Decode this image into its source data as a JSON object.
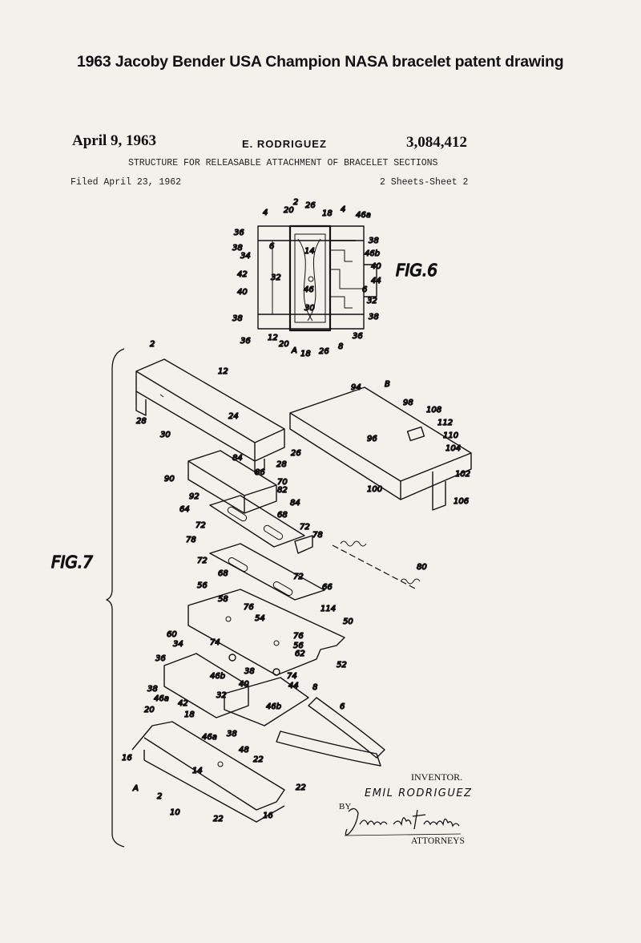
{
  "caption": "1963 Jacoby Bender USA  Champion NASA bracelet patent drawing",
  "patent": {
    "date": "April 9, 1963",
    "inventor_header": "E. RODRIGUEZ",
    "number": "3,084,412",
    "title": "STRUCTURE FOR RELEASABLE ATTACHMENT OF BRACELET SECTIONS",
    "filed": "Filed April 23, 1962",
    "sheets": "2 Sheets-Sheet 2"
  },
  "figures": {
    "fig6_label": "FIG.6",
    "fig7_label": "FIG.7",
    "fig6_refs": [
      "2",
      "20",
      "26",
      "18",
      "4",
      "46a",
      "36",
      "38",
      "34",
      "6",
      "14",
      "46b",
      "40",
      "42",
      "32",
      "44",
      "38",
      "30",
      "12",
      "36",
      "20",
      "A",
      "18",
      "26",
      "8",
      "36",
      "38"
    ],
    "fig7_refs": [
      "2",
      "12",
      "24",
      "28",
      "30",
      "26",
      "28",
      "94",
      "B",
      "98",
      "108",
      "112",
      "110",
      "96",
      "104",
      "102",
      "100",
      "106",
      "90",
      "84",
      "86",
      "70",
      "82",
      "92",
      "64",
      "84",
      "68",
      "72",
      "78",
      "72",
      "78",
      "80",
      "72",
      "68",
      "66",
      "72",
      "114",
      "56",
      "58",
      "76",
      "54",
      "50",
      "60",
      "76",
      "56",
      "62",
      "52",
      "34",
      "74",
      "38",
      "36",
      "46b",
      "40",
      "74",
      "44",
      "38",
      "46a",
      "32",
      "42",
      "8",
      "46b",
      "20",
      "18",
      "46a",
      "38",
      "6",
      "48",
      "22",
      "16",
      "14",
      "22",
      "A",
      "2",
      "10",
      "22",
      "16"
    ]
  },
  "signature": {
    "inventor_label": "INVENTOR.",
    "inventor_name": "EMIL RODRIGUEZ",
    "by_label": "BY",
    "attorneys_label": "ATTORNEYS",
    "signature_text": "James and Franklin"
  }
}
